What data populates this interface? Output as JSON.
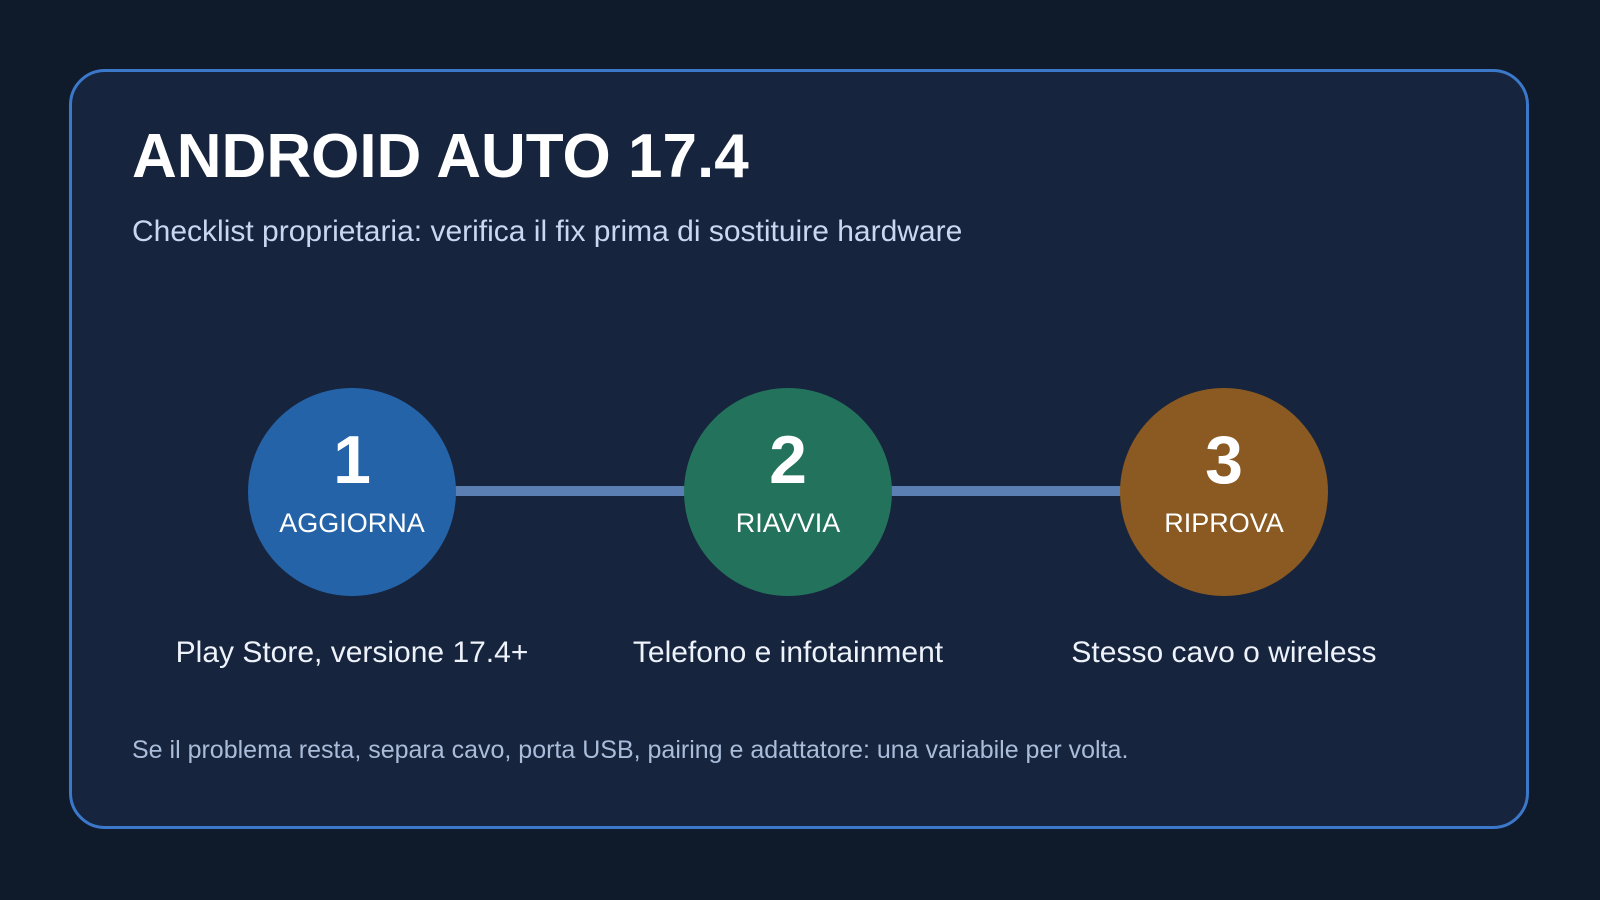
{
  "card": {
    "title": "ANDROID AUTO 17.4",
    "subtitle": "Checklist proprietaria: verifica il fix prima di sostituire hardware",
    "footer": "Se il problema resta, separa cavo, porta USB, pairing e adattatore: una variabile per volta."
  },
  "steps": [
    {
      "number": "1",
      "label": "AGGIORNA",
      "description": "Play Store, versione 17.4+",
      "color": "#2463a8"
    },
    {
      "number": "2",
      "label": "RIAVVIA",
      "description": "Telefono e infotainment",
      "color": "#23725c"
    },
    {
      "number": "3",
      "label": "RIPROVA",
      "description": "Stesso cavo o wireless",
      "color": "#8a5a22"
    }
  ],
  "colors": {
    "background": "#0f1a2b",
    "card": "#17243d",
    "border": "#3b78c9",
    "connector": "#5b7fb3"
  }
}
